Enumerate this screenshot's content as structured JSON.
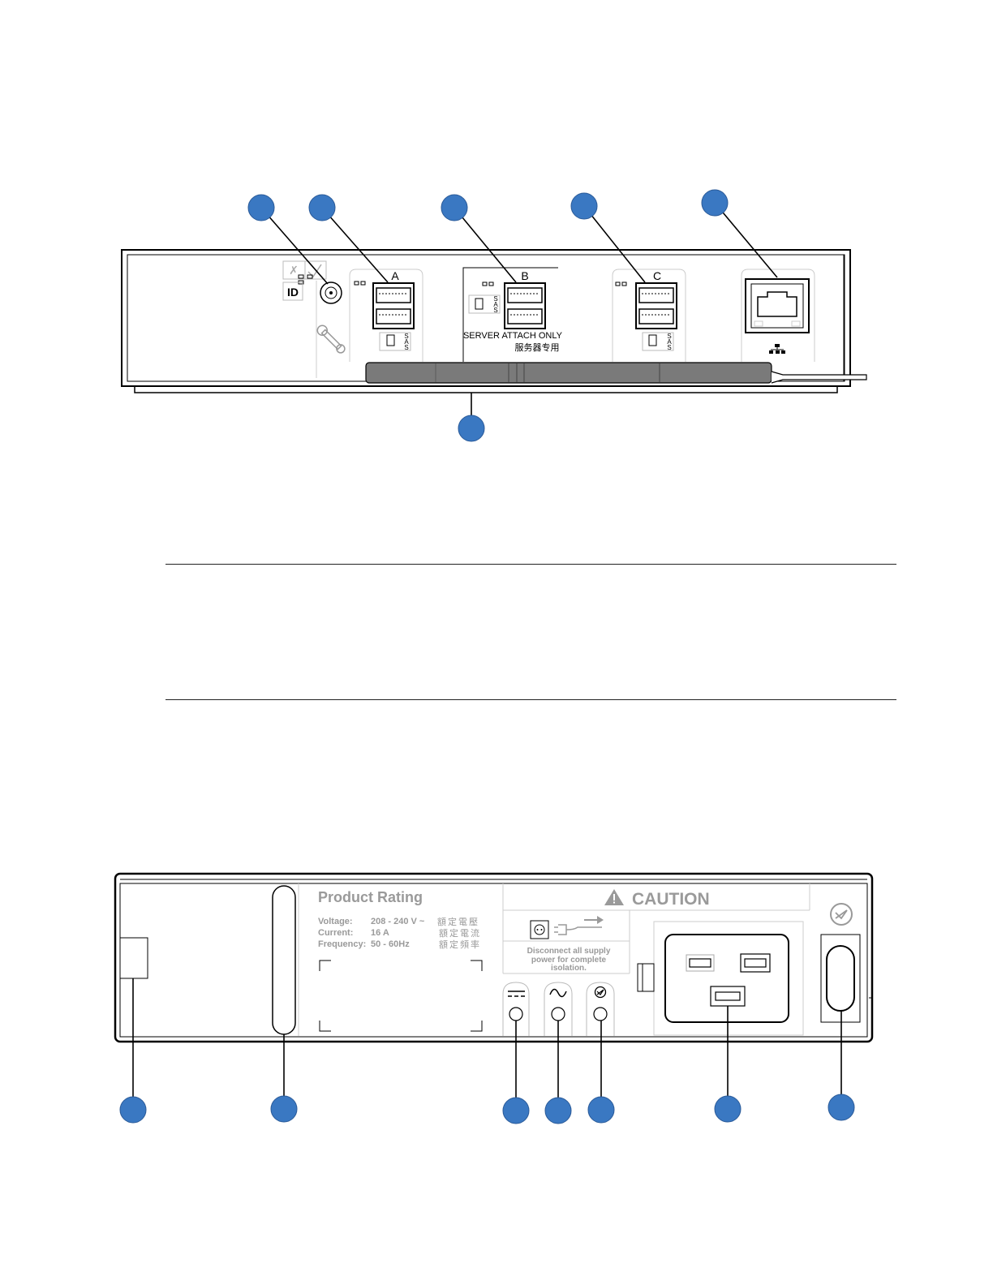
{
  "top_panel": {
    "ports": {
      "a": "A",
      "b": "B",
      "c": "C"
    },
    "id_label": "ID",
    "server_attach_en": "SERVER ATTACH ONLY",
    "server_attach_zh": "服务器专用",
    "sas_letters": [
      "S",
      "A",
      "S"
    ]
  },
  "rear_panel": {
    "rating_title": "Product Rating",
    "rating_rows": [
      {
        "label": "Voltage:",
        "value": "208 - 240 V ~",
        "zh": "額定電壓"
      },
      {
        "label": "Current:",
        "value": "16 A",
        "zh": "額定電流"
      },
      {
        "label": "Frequency:",
        "value": "50 - 60Hz",
        "zh": "額定頻率"
      }
    ],
    "caution_title": "CAUTION",
    "disconnect_text": [
      "Disconnect all supply",
      "power for complete",
      "isolation."
    ]
  },
  "colors": {
    "callout": "#3a78c2",
    "callout_stroke": "#2a5a98",
    "line": "#000000",
    "dark_bar": "#7a7a7a",
    "label_gray": "#9a9a9a",
    "panel_bg": "#ffffff"
  }
}
